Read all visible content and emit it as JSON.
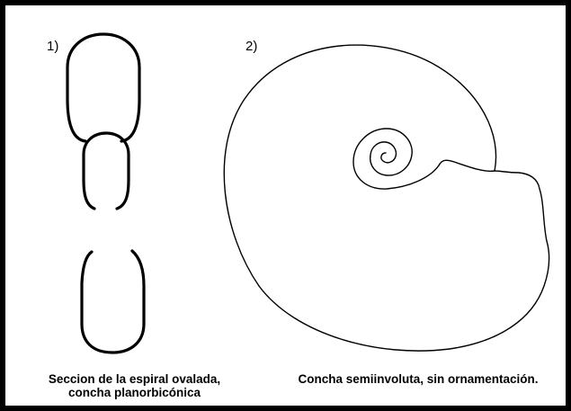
{
  "figure_1": {
    "number": "1)",
    "caption_line1": "Seccion de la espiral ovalada,",
    "caption_line2": "concha planorbicónica"
  },
  "figure_2": {
    "number": "2)",
    "caption": "Concha semiinvoluta, sin ornamentación."
  },
  "colors": {
    "frame": "#000000",
    "background": "#ffffff",
    "ink": "#000000"
  }
}
